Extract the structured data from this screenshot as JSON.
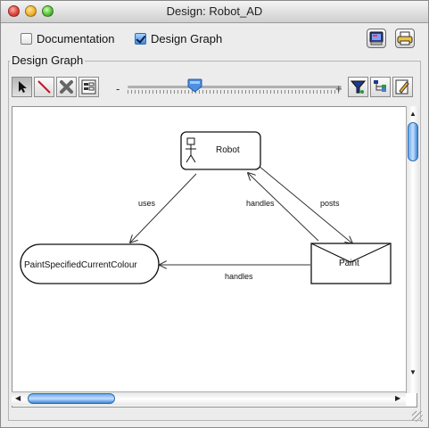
{
  "window": {
    "title": "Design: Robot_AD"
  },
  "options": {
    "documentation": {
      "label": "Documentation",
      "checked": false
    },
    "design_graph": {
      "label": "Design Graph",
      "checked": true
    }
  },
  "group": {
    "label": "Design Graph"
  },
  "toolbar": {
    "zoom_minus": "-",
    "zoom_plus": "+",
    "zoom_level": 0.3,
    "icons": [
      "select-arrow-icon",
      "draw-line-icon",
      "delete-icon",
      "properties-icon",
      "filter-icon",
      "tree-layout-icon",
      "edit-icon"
    ]
  },
  "diagram": {
    "nodes": {
      "robot": {
        "label": "Robot",
        "type": "actor"
      },
      "paint_specified": {
        "label": "PaintSpecifiedCurrentColour",
        "type": "process"
      },
      "paint": {
        "label": "Paint",
        "type": "message"
      }
    },
    "edges": {
      "uses": "uses",
      "handles_robot": "handles",
      "posts": "posts",
      "handles_paint": "handles"
    }
  },
  "scroll": {
    "vertical": 0.0,
    "horizontal": 0.0
  }
}
